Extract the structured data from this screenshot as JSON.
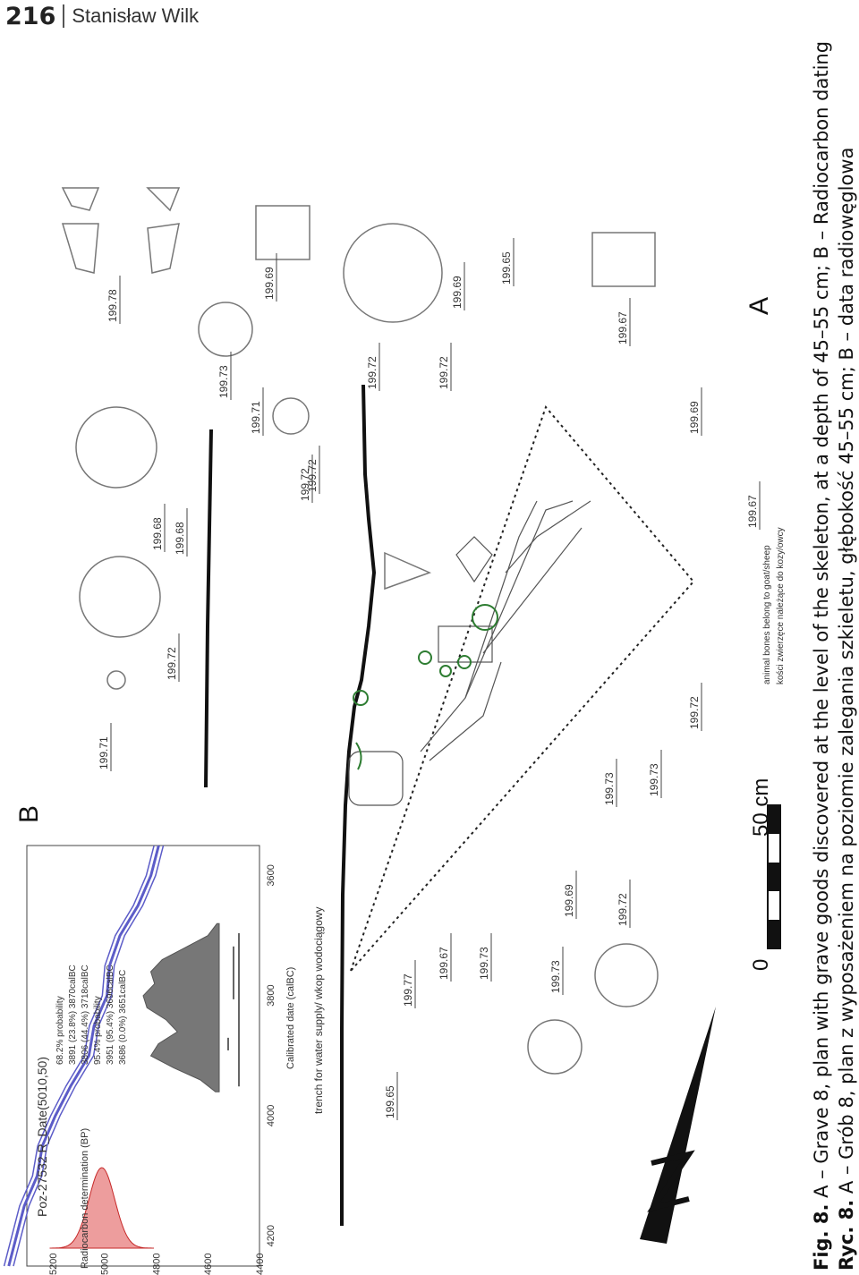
{
  "header": {
    "page_number": "216",
    "author": "Stanisław Wilk"
  },
  "caption": {
    "en_label": "Fig. 8.",
    "en_text": " A – Grave 8, plan with grave goods discovered at the level of the skeleton, at a depth of 45–55 cm; B – Radiocarbon dating",
    "pl_label": "Ryc. 8.",
    "pl_text": " A – Grób 8, plan z wyposażeniem na poziomie zalegania szkieletu, głębokość 45–55 cm; B – data radiowęglowa"
  },
  "panel_labels": {
    "a": "A",
    "b": "B"
  },
  "scale_bar": {
    "zero": "0",
    "length": "50 cm"
  },
  "depth_labels": [
    "199.78",
    "199.73",
    "199.71",
    "199.72",
    "199.69",
    "199.72",
    "199.72",
    "199.69",
    "199.65",
    "199.67",
    "199.69",
    "199.67",
    "199.68",
    "199.72",
    "199.72",
    "199.73",
    "199.73",
    "199.73",
    "199.69",
    "199.72",
    "199.73",
    "199.67",
    "199.77",
    "199.65",
    "199.71",
    "199.72",
    "199.68"
  ],
  "annotations": {
    "trench_en": "trench for water supply/ wkop wodociągowy",
    "animal_en": "animal bones belong to goat/sheep",
    "animal_pl": "kości zwierzęce należące do kozy/owcy"
  },
  "colors": {
    "green_find": "#2e7d32",
    "curve": "#5c5cc8",
    "red_dist": "#e57373"
  },
  "chart_data": {
    "type": "area",
    "title": "Poz-27532 R_Date(5010,50)",
    "probability_text": [
      "68.2% probability",
      "3891 (23.8%) 3870calBC",
      "3806 (44.4%) 3718calBC",
      "95.4% probability",
      "3951 (95.4%) 3696calBC",
      "3686 (0.0%) 3651calBC"
    ],
    "xlabel": "Calibrated date (calBC)",
    "ylabel": "Radiocarbon determination (BP)",
    "x_ticks": [
      "4200",
      "4000",
      "3800",
      "3600"
    ],
    "y_ticks": [
      "5200",
      "5000",
      "4800",
      "4600",
      "4400"
    ],
    "xlim": [
      4250,
      3550
    ],
    "ylim": [
      4400,
      5300
    ],
    "measured": {
      "mean": 5010,
      "sd": 50
    },
    "calibration_curve": {
      "x": [
        4250,
        4200,
        4150,
        4100,
        4050,
        4000,
        3950,
        3900,
        3850,
        3800,
        3750,
        3700,
        3650,
        3600,
        3550
      ],
      "y": [
        5370,
        5340,
        5310,
        5260,
        5240,
        5190,
        5130,
        5060,
        5040,
        4990,
        4980,
        4940,
        4870,
        4820,
        4790
      ]
    },
    "calibrated_distribution": {
      "x": [
        3960,
        3940,
        3920,
        3900,
        3880,
        3860,
        3840,
        3820,
        3800,
        3780,
        3760,
        3740,
        3720,
        3700,
        3680
      ],
      "y": [
        0.05,
        0.25,
        0.6,
        0.9,
        0.8,
        0.55,
        0.7,
        0.95,
        1.0,
        0.85,
        0.9,
        0.75,
        0.45,
        0.15,
        0.03
      ]
    }
  }
}
